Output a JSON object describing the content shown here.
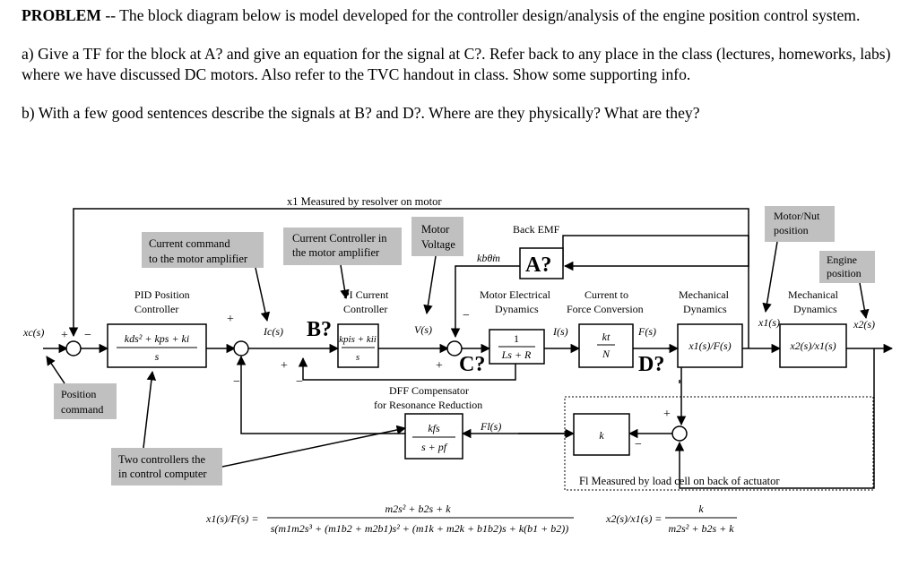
{
  "problem": {
    "heading": "PROBLEM",
    "intro": " -- The block diagram below is model developed for the controller design/analysis of the engine position control system.",
    "part_a": "a) Give a TF for the block at A? and give an equation for the signal at C?.  Refer back to any place in the class (lectures, homeworks, labs) where we have discussed DC motors.  Also refer to the TVC handout in class. Show some supporting info.",
    "part_b": "b) With a few good sentences describe the signals at B? and D?.  Where are they physically?  What are they?"
  },
  "diagram": {
    "feedback_label": "x1 Measured by resolver on motor",
    "callouts": {
      "current_command": [
        "Current command",
        "to the motor amplifier"
      ],
      "current_controller": [
        "Current Controller in",
        "the motor amplifier"
      ],
      "motor_voltage": [
        "Motor",
        "Voltage"
      ],
      "motor_nut": [
        "Motor/Nut",
        "position"
      ],
      "engine_position": [
        "Engine",
        "position"
      ],
      "position_command": [
        "Position",
        "command"
      ],
      "two_controllers": [
        "Two controllers the",
        "in control computer"
      ]
    },
    "block_titles": {
      "pid": [
        "PID Position",
        "Controller"
      ],
      "pi": [
        "PI Current",
        "Controller"
      ],
      "motor_electrical": [
        "Motor Electrical",
        "Dynamics"
      ],
      "current_to_force": [
        "Current to",
        "Force Conversion"
      ],
      "mechanical_1": [
        "Mechanical",
        "Dynamics"
      ],
      "mechanical_2": [
        "Mechanical",
        "Dynamics"
      ],
      "back_emf": "Back EMF",
      "dff": [
        "DFF Compensator",
        "for Resonance Reduction"
      ]
    },
    "markers": {
      "A": "A?",
      "B": "B?",
      "C": "C?",
      "D": "D?"
    },
    "signals": {
      "xc": "xc(s)",
      "ic": "Ic(s)",
      "v": "V(s)",
      "i": "I(s)",
      "f": "F(s)",
      "x1": "x1(s)",
      "x2": "x2(s)",
      "fl": "Fl(s)",
      "emf": "kbθ̇m"
    },
    "transfer_functions": {
      "pid_num": "kds² + kps + ki",
      "pid_den": "s",
      "pi_num": "kpis + kii",
      "pi_den": "s",
      "motor_num": "1",
      "motor_den": "Ls + R",
      "force_num": "kt",
      "force_den": "N",
      "mech1": "x1(s)/F(s)",
      "mech2": "x2(s)/x1(s)",
      "dff_num": "kfs",
      "dff_den": "s + pf",
      "load": "k"
    },
    "load_cell_label": "Fl Measured by load cell on back of actuator",
    "equations": {
      "eq1_lhs": "x1(s)/F(s) =",
      "eq1_num": "m2s² + b2s + k",
      "eq1_den": "s(m1m2s³ + (m1b2 + m2b1)s² + (m1k + m2k + b1b2)s + k(b1 + b2))",
      "eq2_lhs": "x2(s)/x1(s) =",
      "eq2_num": "k",
      "eq2_den": "m2s² + b2s + k"
    },
    "colors": {
      "callout_fill": "#c0c0c0",
      "line": "#000000",
      "background": "#ffffff"
    }
  }
}
